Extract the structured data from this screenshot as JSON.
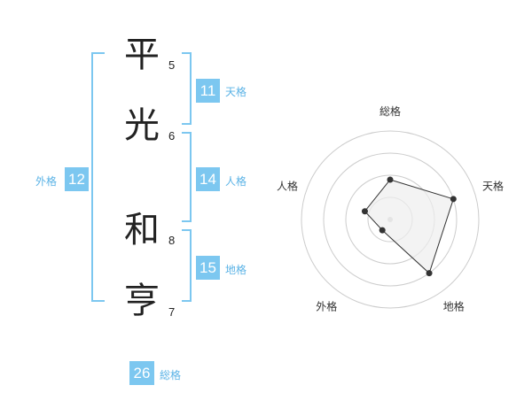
{
  "name": {
    "characters": [
      {
        "char": "平",
        "strokes": "5"
      },
      {
        "char": "光",
        "strokes": "6"
      },
      {
        "char": "和",
        "strokes": "8"
      },
      {
        "char": "亨",
        "strokes": "7"
      }
    ]
  },
  "fortunes": {
    "tenkaku": {
      "value": "11",
      "label": "天格"
    },
    "jinkaku": {
      "value": "14",
      "label": "人格"
    },
    "chikaku": {
      "value": "15",
      "label": "地格"
    },
    "gaikaku": {
      "value": "12",
      "label": "外格"
    },
    "soukaku": {
      "value": "26",
      "label": "総格"
    }
  },
  "chart_data": {
    "type": "radar",
    "axes": [
      "総格",
      "天格",
      "地格",
      "外格",
      "人格"
    ],
    "values": [
      3,
      5,
      5,
      1,
      2
    ],
    "max": 5,
    "rings": 4,
    "colors": {
      "fill": "#eeeeee",
      "stroke": "#333333",
      "grid": "#cccccc",
      "point": "#333333"
    }
  }
}
